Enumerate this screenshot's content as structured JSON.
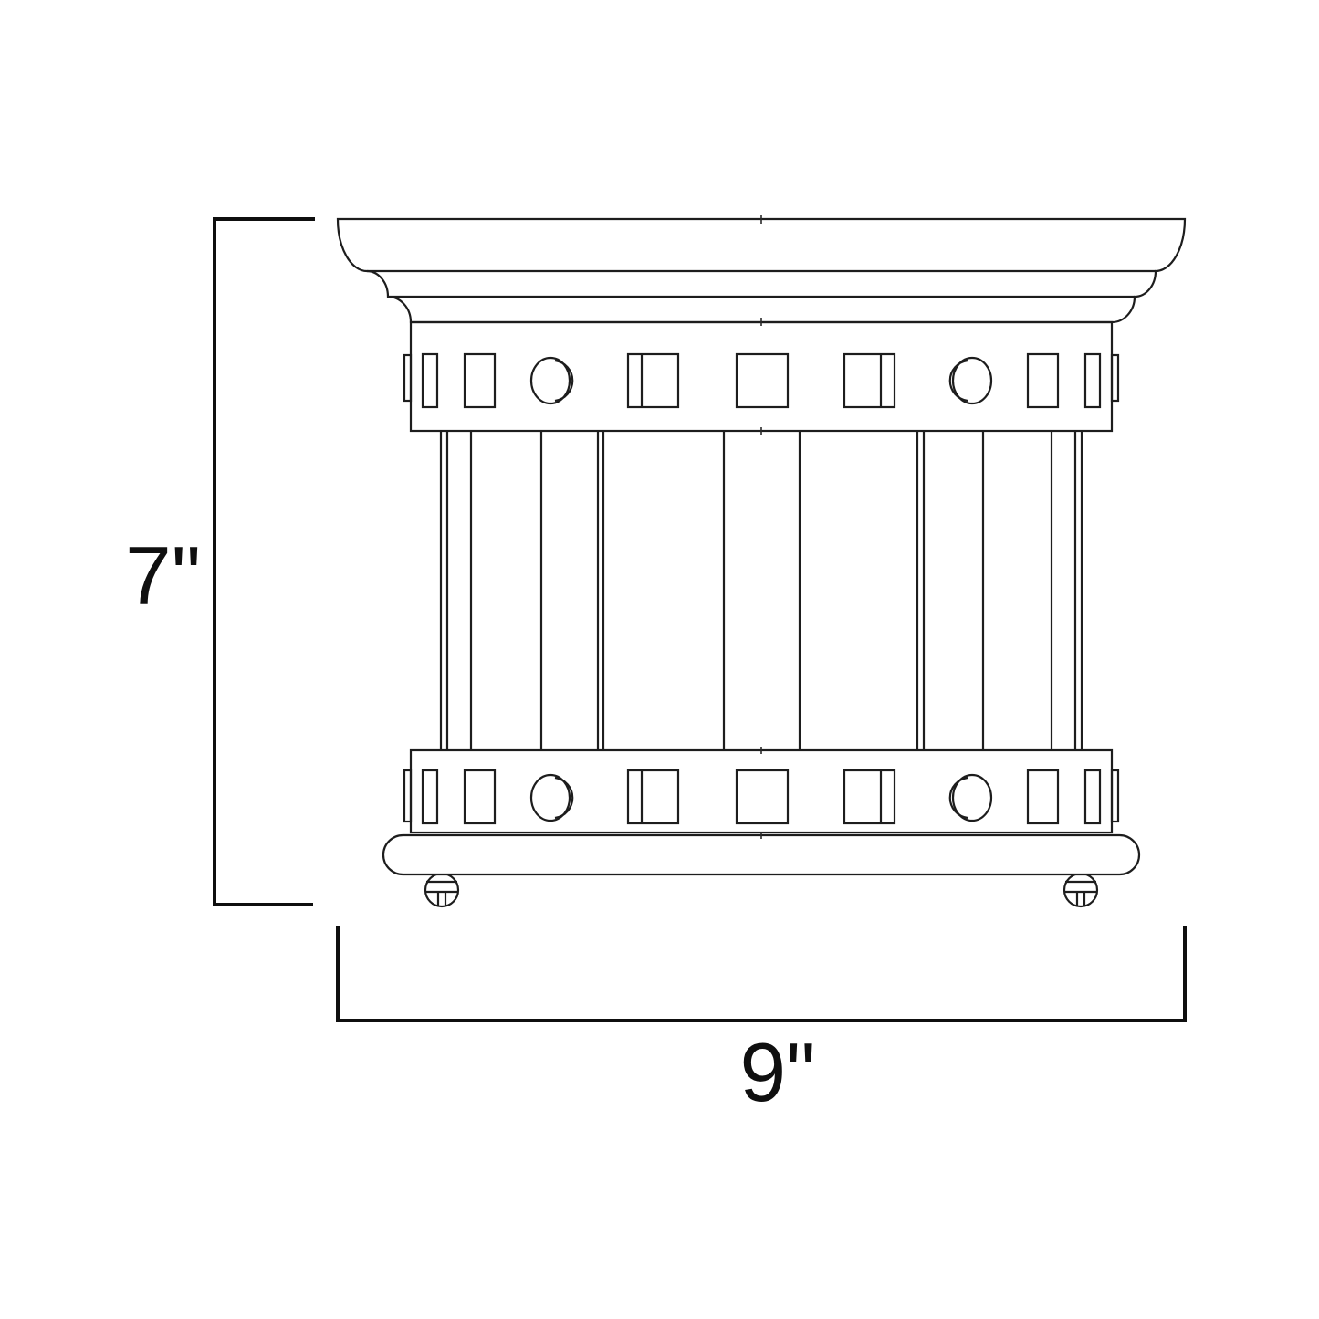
{
  "diagram": {
    "type": "product-dimension-line-drawing",
    "subject": "flush-mount ceiling light fixture, side elevation",
    "background_color": "#ffffff",
    "line_color": "#1d1d1d",
    "dimension_line_color": "#0f0f0f",
    "dimensions": {
      "height": {
        "label": "7\"",
        "value_inches": 7
      },
      "width": {
        "label": "9\"",
        "value_inches": 9
      }
    }
  }
}
